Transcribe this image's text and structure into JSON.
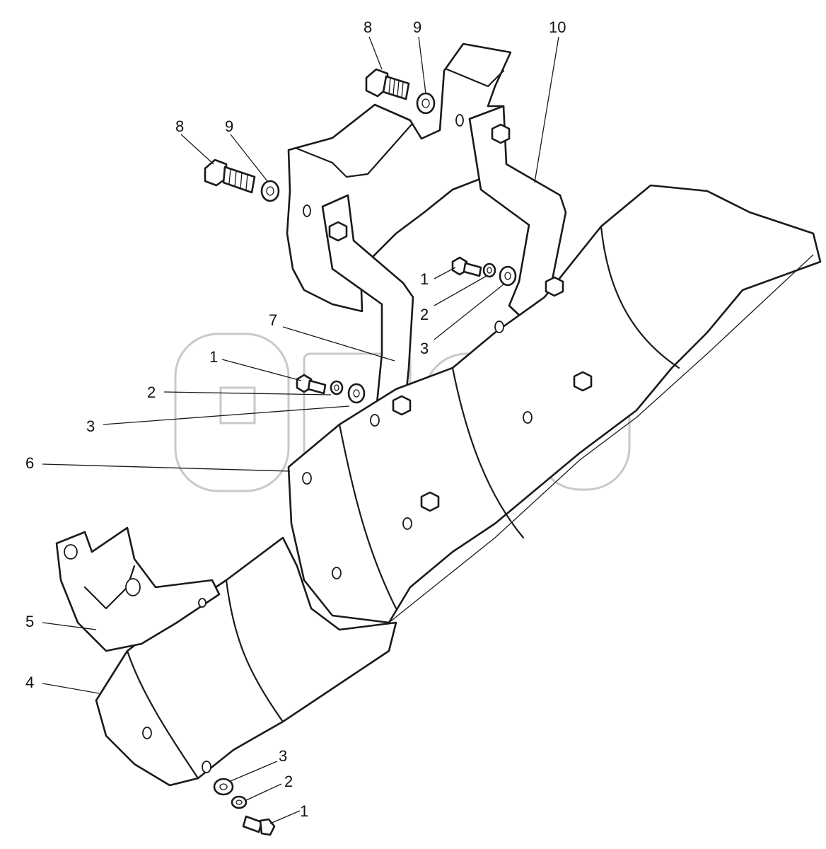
{
  "diagram": {
    "watermark": {
      "text": "™"
    },
    "callouts": [
      {
        "id": "c8a",
        "label": "8"
      },
      {
        "id": "c9a",
        "label": "9"
      },
      {
        "id": "c10",
        "label": "10"
      },
      {
        "id": "c8b",
        "label": "8"
      },
      {
        "id": "c9b",
        "label": "9"
      },
      {
        "id": "c1a",
        "label": "1"
      },
      {
        "id": "c2a",
        "label": "2"
      },
      {
        "id": "c3a",
        "label": "3"
      },
      {
        "id": "c7",
        "label": "7"
      },
      {
        "id": "c1b",
        "label": "1"
      },
      {
        "id": "c2b",
        "label": "2"
      },
      {
        "id": "c3b",
        "label": "3"
      },
      {
        "id": "c6",
        "label": "6"
      },
      {
        "id": "c5",
        "label": "5"
      },
      {
        "id": "c4",
        "label": "4"
      },
      {
        "id": "c3c",
        "label": "3"
      },
      {
        "id": "c2c",
        "label": "2"
      },
      {
        "id": "c1c",
        "label": "1"
      }
    ]
  }
}
